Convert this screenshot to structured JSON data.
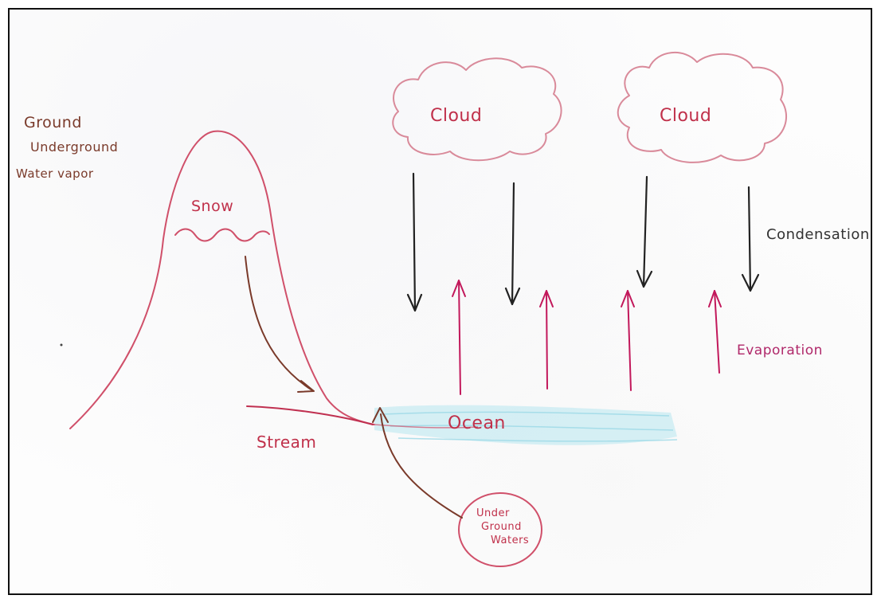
{
  "legend": {
    "items": [
      "Ground",
      "Underground",
      "Water vapor"
    ]
  },
  "labels": {
    "snow": "Snow",
    "cloud_left": "Cloud",
    "cloud_right": "Cloud",
    "condensation": "Condensation",
    "evaporation": "Evaporation",
    "ocean": "Ocean",
    "stream": "Stream",
    "underground_waters": [
      "Under",
      "Ground",
      "Waters"
    ]
  },
  "colors": {
    "mountain": "#d0506a",
    "brown": "#7a3a2a",
    "cloud": "#d98a9a",
    "condensation_arrow": "#222222",
    "evaporation_arrow": "#c2185b",
    "ocean_fill": "#a8e2ee",
    "stream": "#c03050",
    "label_red": "#c0304a",
    "label_black": "#333333",
    "label_magenta": "#b0286a"
  }
}
